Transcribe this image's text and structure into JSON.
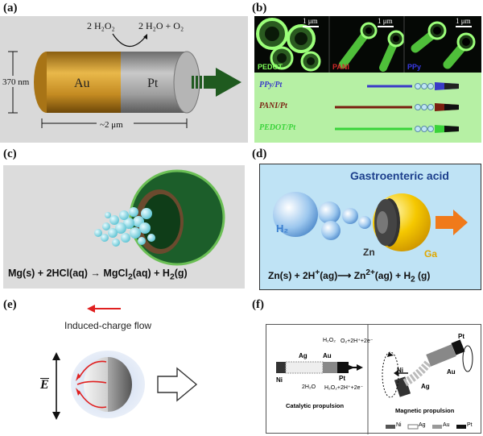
{
  "panel_labels": {
    "a": "(a)",
    "b": "(b)",
    "c": "(c)",
    "d": "(d)",
    "e": "(e)",
    "f": "(f)"
  },
  "panel_a": {
    "reaction_left": "2 H₂O₂",
    "reaction_right": "2 H₂O + O₂",
    "au_label": "Au",
    "pt_label": "Pt",
    "height_label": "370 nm",
    "length_label": "~2 μm",
    "colors": {
      "background": "#d9d9d9",
      "au": "#c8952a",
      "pt": "#9a9a9a",
      "arrow": "#1f5a1f"
    }
  },
  "panel_b": {
    "scale_bars": [
      "1 μm",
      "1 μm",
      "1 μm"
    ],
    "image_labels": [
      "PEDOT",
      "PANI",
      "PPy"
    ],
    "rows": [
      {
        "label": "PPy/Pt",
        "color": "#3a3ac8"
      },
      {
        "label": "PANI/Pt",
        "color": "#7a1f10"
      },
      {
        "label": "PEDOT/Pt",
        "color": "#3ad33a"
      }
    ],
    "colors": {
      "background": "#b6f0a4"
    }
  },
  "panel_c": {
    "equation_html": "Mg(s) + 2HCl(aq) → MgCl<sub>2</sub>(aq) + H<sub>2</sub>(g)",
    "colors": {
      "background": "#dcdcdc",
      "shell": "#1c5e2a"
    }
  },
  "panel_d": {
    "title": "Gastroenteric acid",
    "h2_label": "H₂",
    "zn_label": "Zn",
    "ga_label": "Ga",
    "equation_html": "Zn(s) + 2H<sup>+</sup>(ag)⟶ Zn<sup>2+</sup>(ag) + H<sub>2</sub> (g)",
    "colors": {
      "background": "#bfe3f5",
      "sphere": "#f2c200",
      "arrow": "#f07a1a",
      "title": "#1d3f8c"
    }
  },
  "panel_e": {
    "flow_label": "Induced-charge flow",
    "field_label": "E",
    "colors": {
      "flow_arrow": "#e02020"
    }
  },
  "panel_f": {
    "left": {
      "ni_label": "Ni",
      "ag_label": "Ag",
      "au_label": "Au",
      "pt_label": "Pt",
      "top_reaction1": "H₂O₂",
      "top_reaction2": "O₂+2H⁺+2e⁻",
      "bottom_reaction1": "2H₂O",
      "bottom_reaction2": "H₂O₂+2H⁺+2e⁻",
      "caption": "Catalytic propulsion"
    },
    "right": {
      "ni_label": "Ni",
      "ag_label": "Ag",
      "au_label": "Au",
      "pt_label": "Pt",
      "caption": "Magnetic propulsion",
      "legend": [
        "Ni",
        "Ag",
        "Au",
        "Pt"
      ]
    }
  }
}
